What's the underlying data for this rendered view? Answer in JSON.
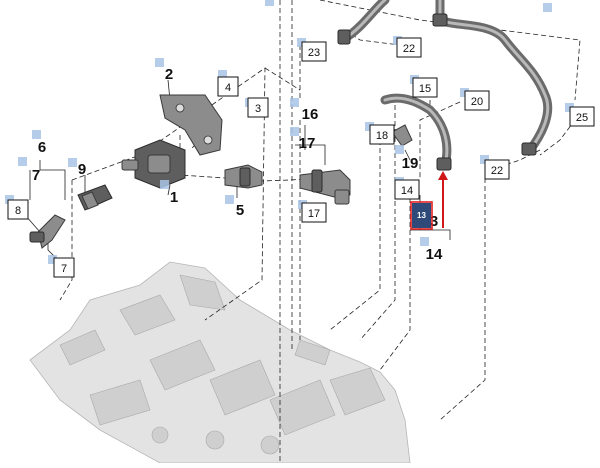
{
  "labels": {
    "l2": "2",
    "l1": "1",
    "l5": "5",
    "l6": "6",
    "l7a": "7",
    "l9": "9",
    "l16": "16",
    "l17a": "17",
    "l19": "19",
    "l3": "3",
    "l14": "14"
  },
  "boxed_labels": {
    "b4": "4",
    "b3": "3",
    "b8": "8",
    "b7": "7",
    "b23": "23",
    "b22a": "22",
    "b15": "15",
    "b20": "20",
    "b18": "18",
    "b17": "17",
    "b14": "14",
    "b25": "25",
    "b22b": "22"
  },
  "highlighted_label": "13",
  "colors": {
    "highlight_box": "#2f4a78",
    "highlight_outline": "#e02020",
    "arrow": "#d01818",
    "marker": "#a9c4e6"
  }
}
